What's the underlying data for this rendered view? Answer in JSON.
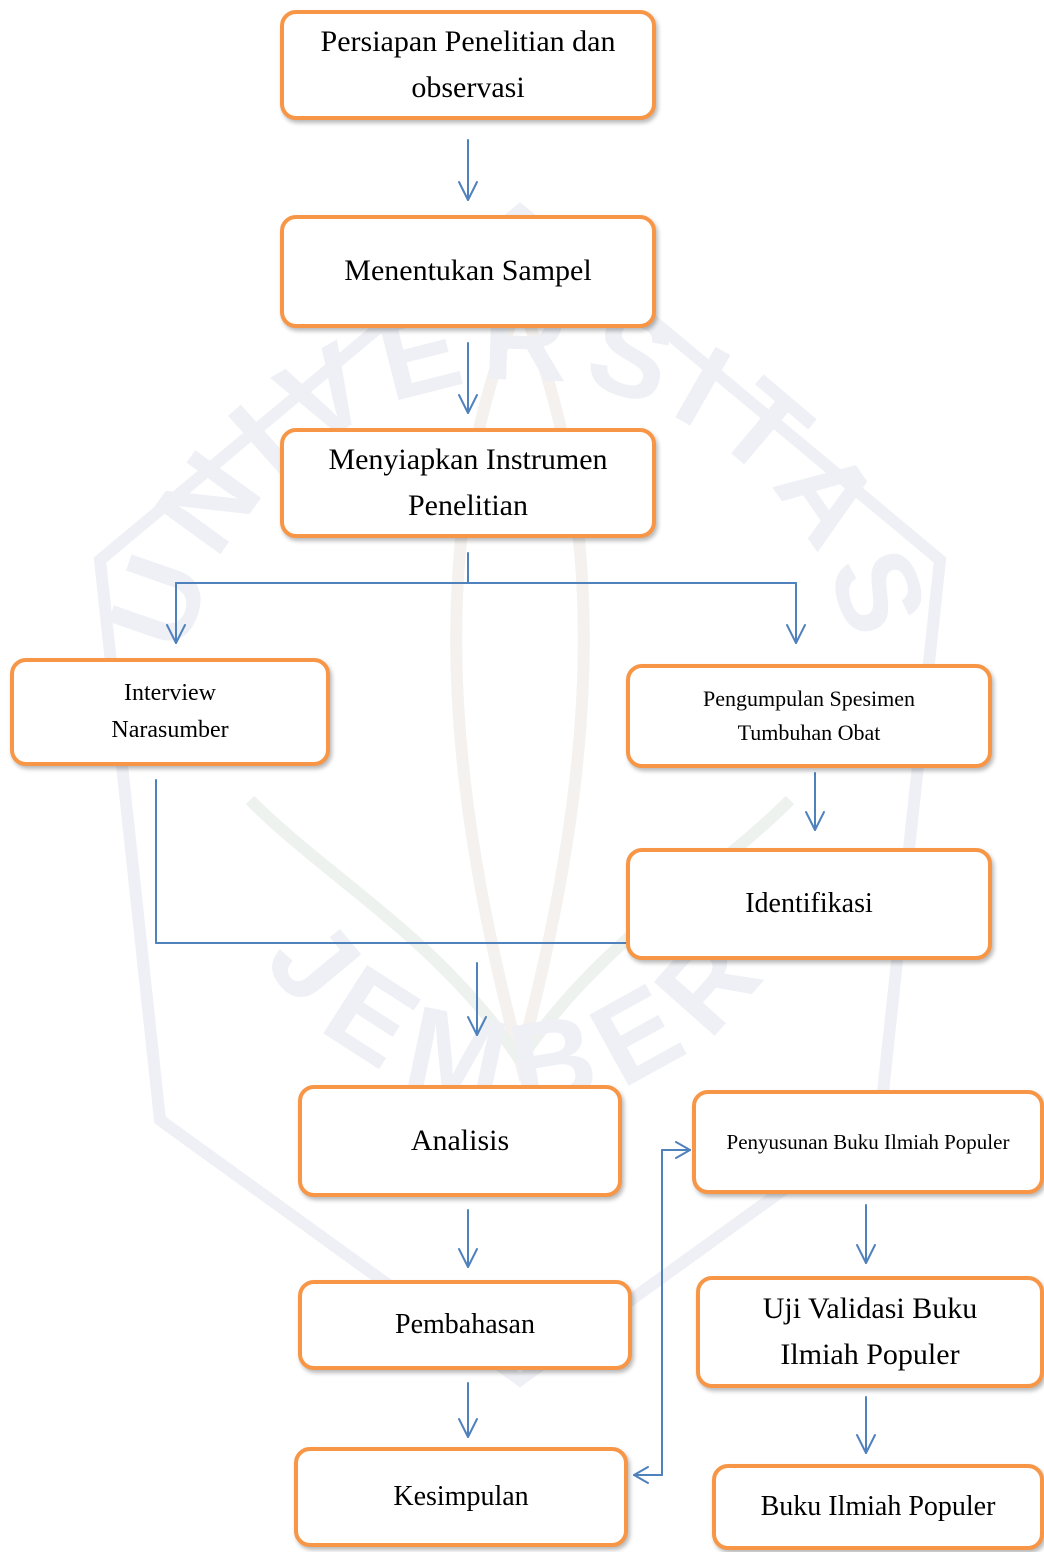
{
  "diagram": {
    "colors": {
      "box_border": "#f79646",
      "arrow": "#4f81bd",
      "text": "#000000"
    },
    "watermark": {
      "top_text": "UNIVERSITAS",
      "bottom_text": "JEMBER"
    },
    "nodes": {
      "persiapan": "Persiapan Penelitian dan observasi",
      "sampel": "Menentukan Sampel",
      "instrumen": "Menyiapkan Instrumen Penelitian",
      "interview": "Interview Narasumber",
      "pengumpulan": "Pengumpulan Spesimen Tumbuhan Obat",
      "identifikasi": "Identifikasi",
      "analisis": "Analisis",
      "pembahasan": "Pembahasan",
      "kesimpulan": "Kesimpulan",
      "penyusunan": "Penyusunan Buku Ilmiah Populer",
      "uji": "Uji Validasi Buku Ilmiah Populer",
      "buku": "Buku Ilmiah Populer"
    },
    "edges": [
      {
        "from": "persiapan",
        "to": "sampel"
      },
      {
        "from": "sampel",
        "to": "instrumen"
      },
      {
        "from": "instrumen",
        "to": "interview"
      },
      {
        "from": "instrumen",
        "to": "pengumpulan"
      },
      {
        "from": "pengumpulan",
        "to": "identifikasi"
      },
      {
        "from": "interview",
        "to": "analisis"
      },
      {
        "from": "identifikasi",
        "to": "analisis"
      },
      {
        "from": "analisis",
        "to": "pembahasan"
      },
      {
        "from": "pembahasan",
        "to": "kesimpulan"
      },
      {
        "from": "penyusunan",
        "to": "kesimpulan",
        "bidirectional": true
      },
      {
        "from": "penyusunan",
        "to": "uji"
      },
      {
        "from": "uji",
        "to": "buku"
      }
    ]
  }
}
